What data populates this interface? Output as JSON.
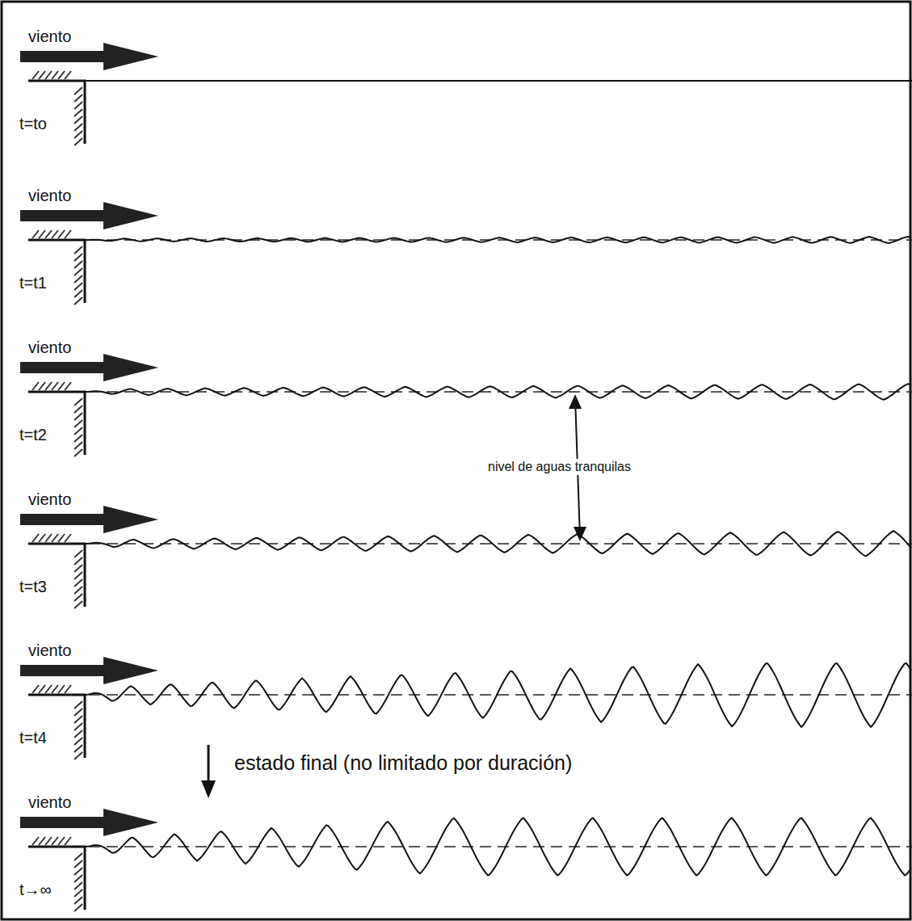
{
  "diagram": {
    "labels": [
      "viento",
      "t=to",
      "viento",
      "t=t1",
      "viento",
      "t=t2",
      "viento",
      "t=t3",
      "viento",
      "t=t4",
      "viento",
      "t→∞",
      "nivel de aguas tranquilas",
      "estado final (no limitado por duración)"
    ]
  }
}
